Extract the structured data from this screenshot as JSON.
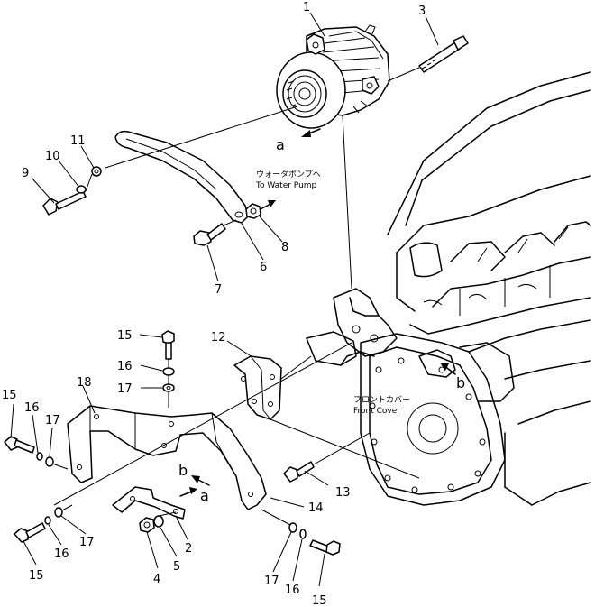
{
  "callouts": {
    "n1": "1",
    "n2": "2",
    "n3": "3",
    "n4": "4",
    "n5": "5",
    "n6": "6",
    "n7": "7",
    "n8": "8",
    "n9": "9",
    "n10": "10",
    "n11": "11",
    "n12": "12",
    "n13": "13",
    "n14": "14",
    "n15a": "15",
    "n15b": "15",
    "n15c": "15",
    "n15d": "15",
    "n16a": "16",
    "n16b": "16",
    "n16c": "16",
    "n16d": "16",
    "n17a": "17",
    "n17b": "17",
    "n17c": "17",
    "n17d": "17",
    "n18": "18"
  },
  "refs": {
    "a_top": "a",
    "a_bottom": "a",
    "b_right": "b",
    "b_left": "b"
  },
  "notes": {
    "water_pump_jp": "ウォータポンプへ",
    "water_pump_en": "To Water Pump",
    "front_cover_jp": "フロントカバー",
    "front_cover_en": "Front Cover"
  }
}
